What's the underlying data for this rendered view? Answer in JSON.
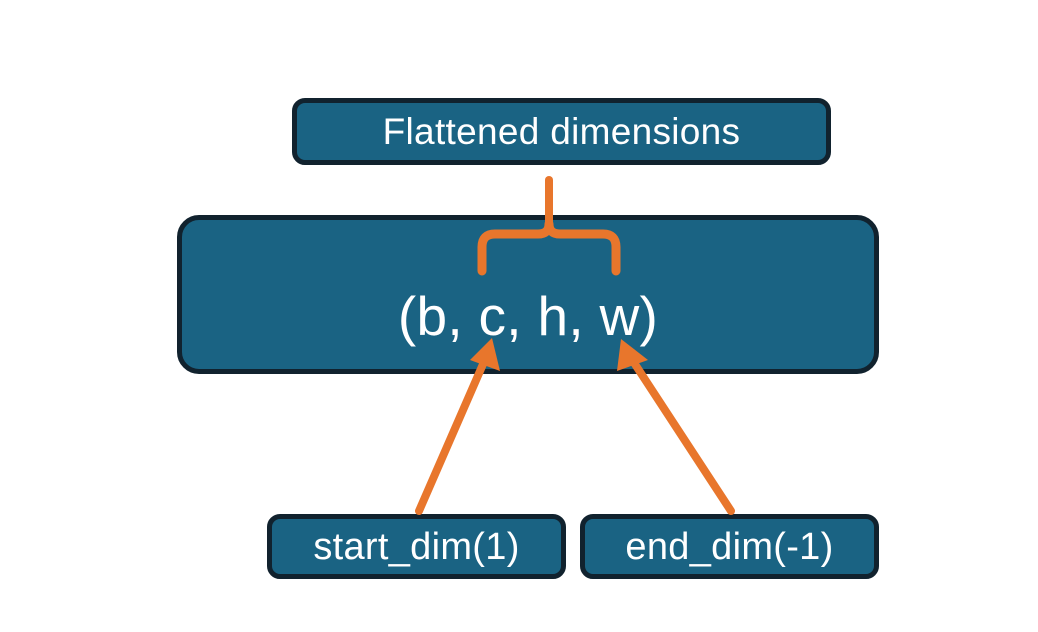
{
  "diagram": {
    "title_node": {
      "label": "Flattened dimensions"
    },
    "shape_node": {
      "label": "(b, c, h, w)"
    },
    "start_node": {
      "label": "start_dim(1)"
    },
    "end_node": {
      "label": "end_dim(-1)"
    },
    "colors": {
      "node_fill": "#1a6383",
      "node_border": "#11222e",
      "node_text": "#ffffff",
      "connector": "#e8762c",
      "background": "#ffffff"
    },
    "connectors": [
      {
        "name": "brace-to-flattened",
        "kind": "curly-brace-up",
        "spans": "c, h, w"
      },
      {
        "name": "arrow-start-dim-to-c",
        "kind": "arrow",
        "from": "start_dim(1)",
        "to": "c"
      },
      {
        "name": "arrow-end-dim-to-w",
        "kind": "arrow",
        "from": "end_dim(-1)",
        "to": "w"
      }
    ]
  }
}
